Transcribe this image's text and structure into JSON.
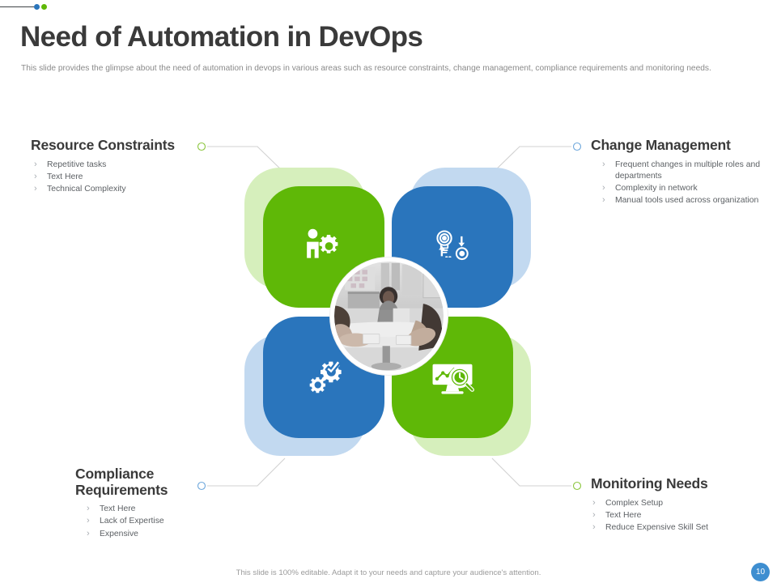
{
  "slide": {
    "title": "Need of Automation in DevOps",
    "subtitle": "This slide provides the glimpse about the need of automation in devops in various areas such as resource constraints, change management, compliance requirements and monitoring needs.",
    "footer_note": "This slide is 100% editable. Adapt it to your needs and capture your audience's attention.",
    "page_number": "10"
  },
  "colors": {
    "green": "#5fb807",
    "green_light": "#d6efbc",
    "blue": "#2a75bc",
    "blue_light": "#c2d9f0",
    "title_text": "#3a3a3a",
    "body_text": "#5d6165",
    "subtitle_text": "#8a8a8a",
    "badge_blue": "#3e8ed0"
  },
  "blocks": {
    "resource": {
      "heading": "Resource Constraints",
      "items": [
        "Repetitive tasks",
        "Text Here",
        "Technical Complexity"
      ]
    },
    "change": {
      "heading": "Change Management",
      "items": [
        "Frequent changes in multiple roles and departments",
        "Complexity in network",
        "Manual tools used across organization"
      ]
    },
    "compliance": {
      "heading": "Compliance\nRequirements",
      "items": [
        "Text Here",
        "Lack of Expertise",
        "Expensive"
      ]
    },
    "monitoring": {
      "heading": "Monitoring Needs",
      "items": [
        "Complex Setup",
        "Text Here",
        "Reduce Expensive Skill Set"
      ]
    }
  },
  "icons": {
    "top_left": "people-gear-icon",
    "top_right": "lightbulb-cycle-icon",
    "bottom_left": "gears-check-icon",
    "bottom_right": "monitor-magnifier-chart-icon",
    "center": "team-meeting-photo"
  }
}
